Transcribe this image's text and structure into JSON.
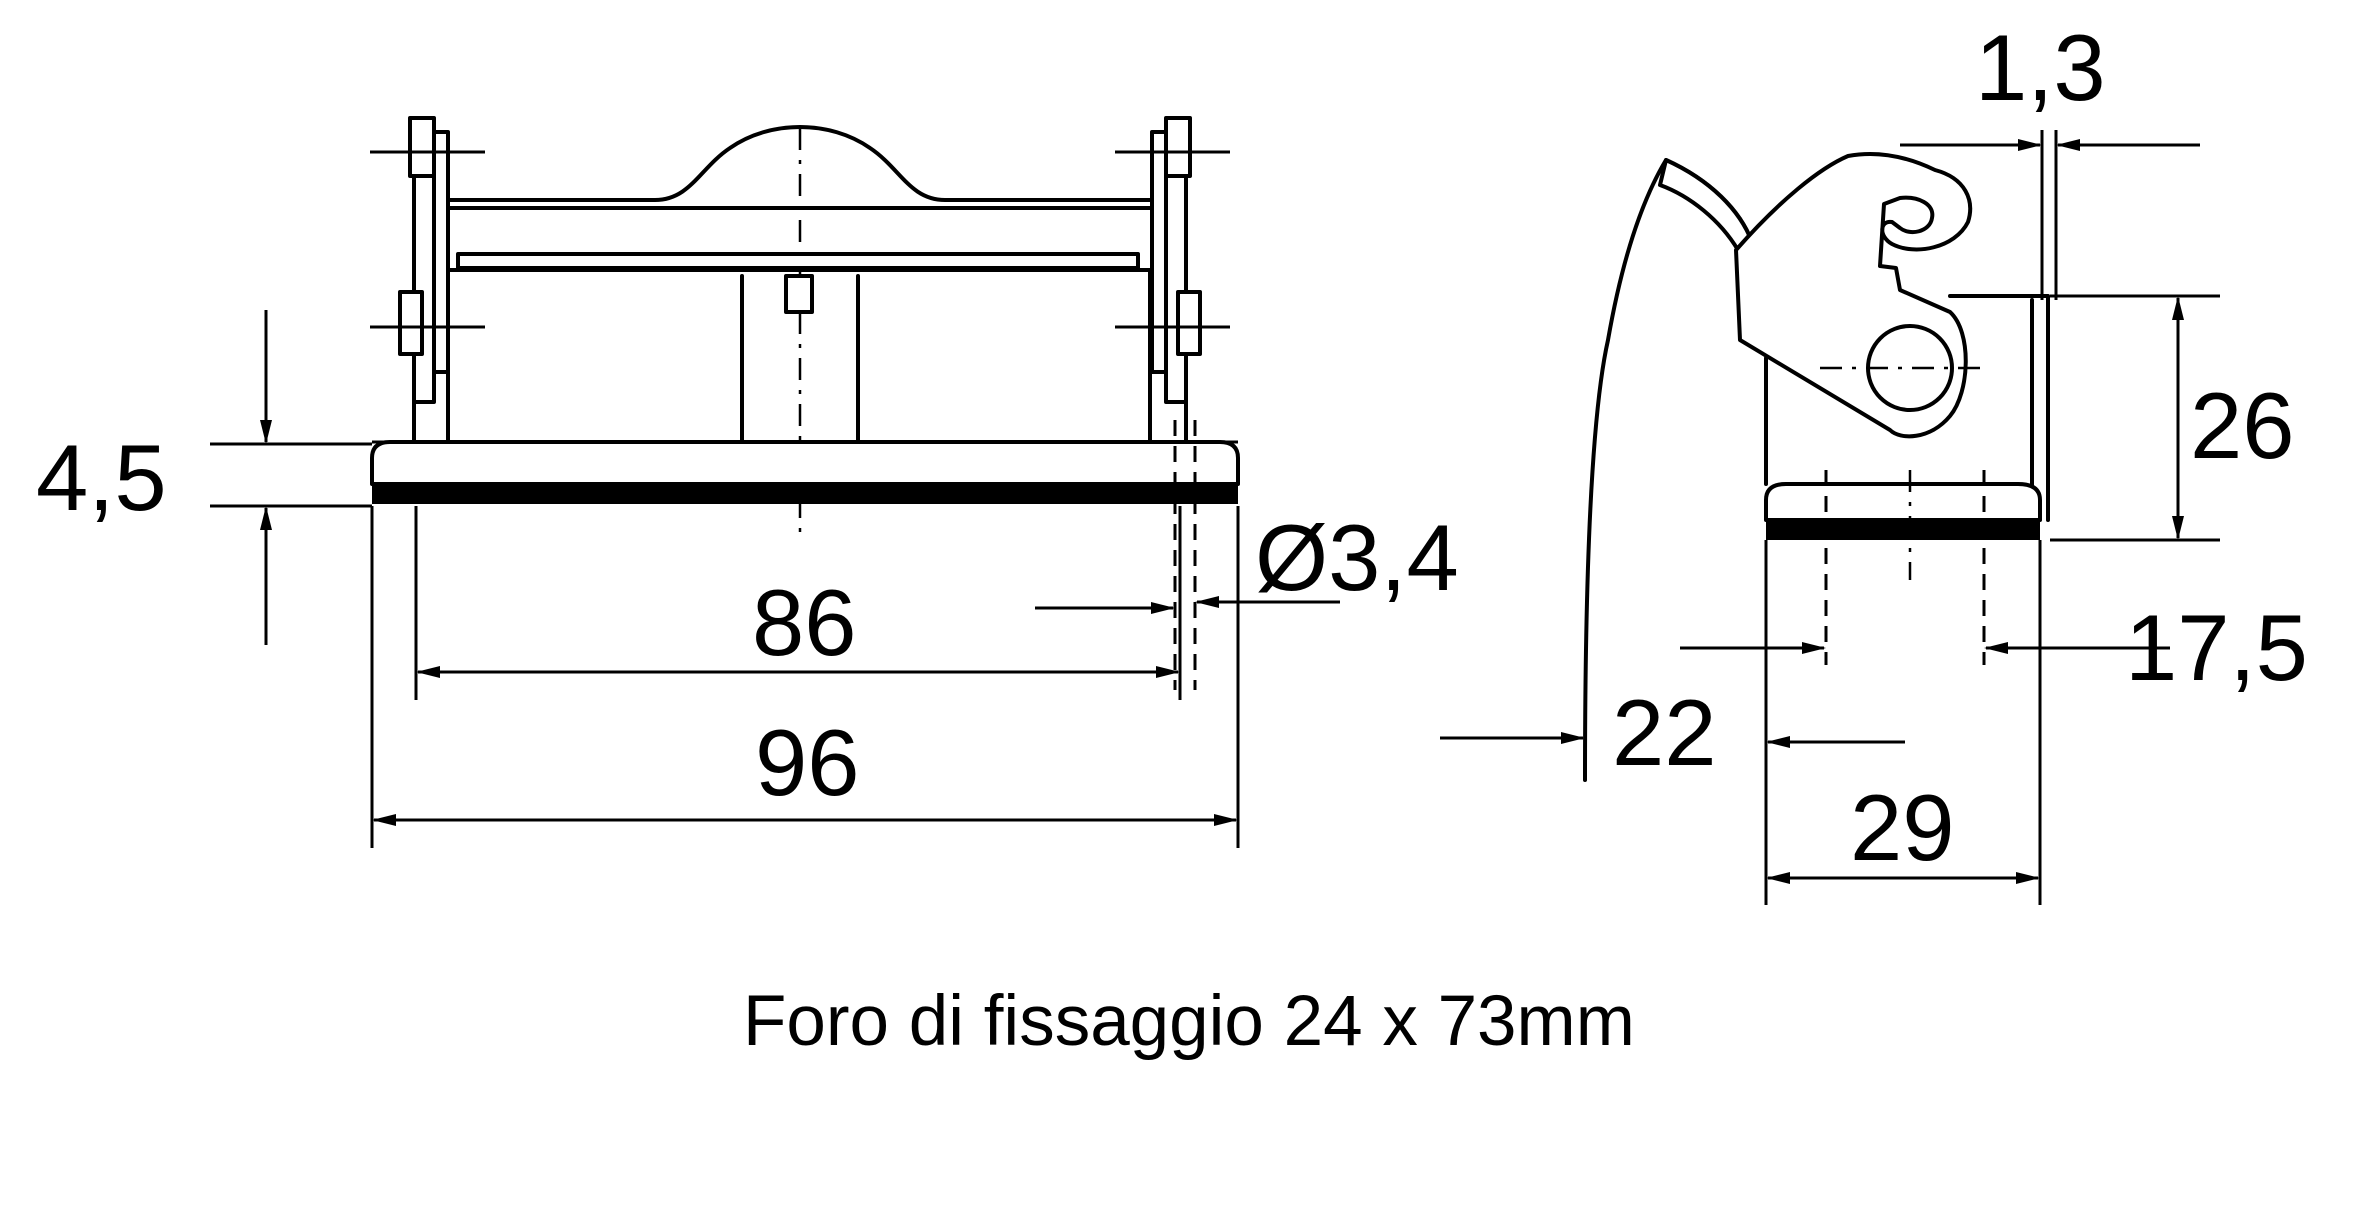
{
  "drawing": {
    "front_view": {
      "dim_height": "4,5",
      "dim_inner_width": "86",
      "dim_outer_width": "96",
      "dim_hole_diameter": "Ø3,4"
    },
    "side_view": {
      "dim_clearance": "1,3",
      "dim_height": "26",
      "dim_offset": "17,5",
      "dim_lever": "22",
      "dim_depth": "29"
    },
    "caption": "Foro di fissaggio 24 x 73mm"
  }
}
